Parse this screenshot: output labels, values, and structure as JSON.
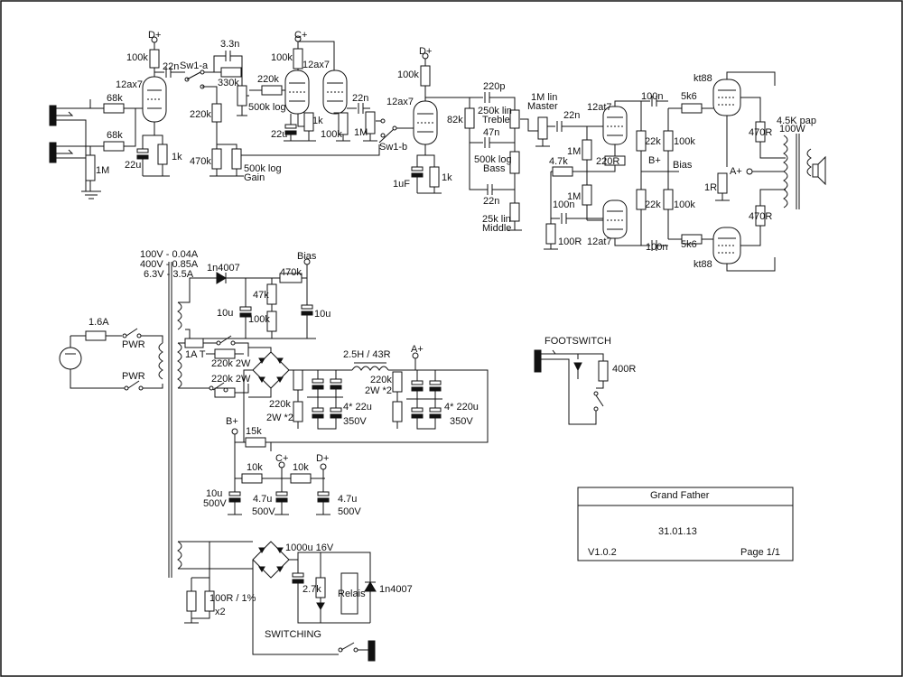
{
  "labels": {
    "rails": {
      "dplus_1": "D+",
      "cplus_1": "C+",
      "dplus_2": "D+",
      "bplus_1": "B+",
      "aplus_1": "A+",
      "aplus_2": "A+",
      "bplus_2": "B+",
      "cplus_2": "C+",
      "dplus_3": "D+",
      "bias_1": "Bias",
      "bias_2": "Bias"
    },
    "tubes": {
      "v1": "12ax7",
      "v2": "12ax7",
      "v3": "12ax7",
      "v4": "12at7",
      "v5": "12at7",
      "v6": "kt88",
      "v7": "kt88"
    },
    "preamp": {
      "r_100k_a": "100k",
      "c_22n_a": "22n",
      "sw1a": "Sw1-a",
      "c_33n": "3.3n",
      "r_330k": "330k",
      "r_68k_a": "68k",
      "r_68k_b": "68k",
      "r_1m_in": "1M",
      "c_22u_a": "22u",
      "r_1k_a": "1k",
      "r_220k_a": "220k",
      "r_470k": "470k",
      "pot_gain": "500k log",
      "pot_gain_name": "Gain",
      "r_100k_b": "100k",
      "r_220k_b": "220k",
      "pot_500k_log": "500k log",
      "r_1k_b": "1k",
      "c_22u_b": "22u",
      "r_100k_c": "100k",
      "c_22n_b": "22n",
      "r_1m_b": "1M",
      "sw1b": "Sw1-b",
      "r_100k_d": "100k",
      "c_1uf": "1uF",
      "r_1k_c": "1k",
      "r_82k": "82k"
    },
    "tonestack": {
      "c_220p": "220p",
      "pot_treble": "250k lin",
      "pot_treble_name": "Treble",
      "c_47n": "47n",
      "pot_bass": "500k log",
      "pot_bass_name": "Bass",
      "c_22n": "22n",
      "pot_middle": "25k lin",
      "pot_middle_name": "Middle",
      "pot_master": "1M lin",
      "pot_master_name": "Master"
    },
    "phase_inverter": {
      "c_22n": "22n",
      "r_1m_a": "1M",
      "r_4k7": "4.7k",
      "r_220r": "220R",
      "r_1m_b": "1M",
      "c_100n_a": "100n",
      "r_100r": "100R"
    },
    "power_amp": {
      "c_100n_a": "100n",
      "r_5k6_a": "5k6",
      "r_22k_a": "22k",
      "r_100k_a": "100k",
      "r_22k_b": "22k",
      "r_100k_b": "100k",
      "c_100n_b": "100n",
      "r_5k6_b": "5k6",
      "r_1r": "1R",
      "r_470r_a": "470R",
      "r_470r_b": "470R",
      "ot": "4.5K pap",
      "speaker": "100W"
    },
    "psu": {
      "spec_1": "100V - 0.04A",
      "spec_2": "400V - 0.85A",
      "spec_3": "6.3V - 3.5A",
      "d_1n4007_a": "1n4007",
      "r_470k": "470k",
      "r_47k": "47k",
      "c_10u_a": "10u",
      "r_100k": "100k",
      "c_10u_b": "10u",
      "fuse_16a": "1.6A",
      "pwr_1": "PWR",
      "pwr_2": "PWR",
      "fuse_1a": "1A T",
      "r_220k_2w_a": "220k 2W",
      "r_220k_2w_b": "220k 2W",
      "choke": "2.5H / 43R",
      "r_220k_a": "220k",
      "r_2w2_a": "2W *2",
      "c_4x22u": "4* 22u",
      "v_350_a": "350V",
      "r_220k_b": "220k",
      "r_2w2_b": "2W *2",
      "c_4x220u": "4* 220u",
      "v_350_b": "350V",
      "r_15k": "15k",
      "r_10k_a": "10k",
      "r_10k_b": "10k",
      "c_10u_500": "10u",
      "v_500_a": "500V",
      "c_47u_a": "4.7u",
      "v_500_b": "500V",
      "c_47u_b": "4.7u",
      "v_500_c": "500V"
    },
    "switching": {
      "c_1000u": "1000u 16V",
      "r_2k7": "2.7k",
      "relay": "Relais",
      "d_1n4007": "1n4007",
      "r_100r": "100R / 1%",
      "x2": "x2",
      "title": "SWITCHING"
    },
    "footswitch": {
      "title": "FOOTSWITCH",
      "r_400r": "400R"
    }
  },
  "title_block": {
    "title": "Grand Father",
    "date": "31.01.13",
    "version": "V1.0.2",
    "page": "Page 1/1"
  }
}
